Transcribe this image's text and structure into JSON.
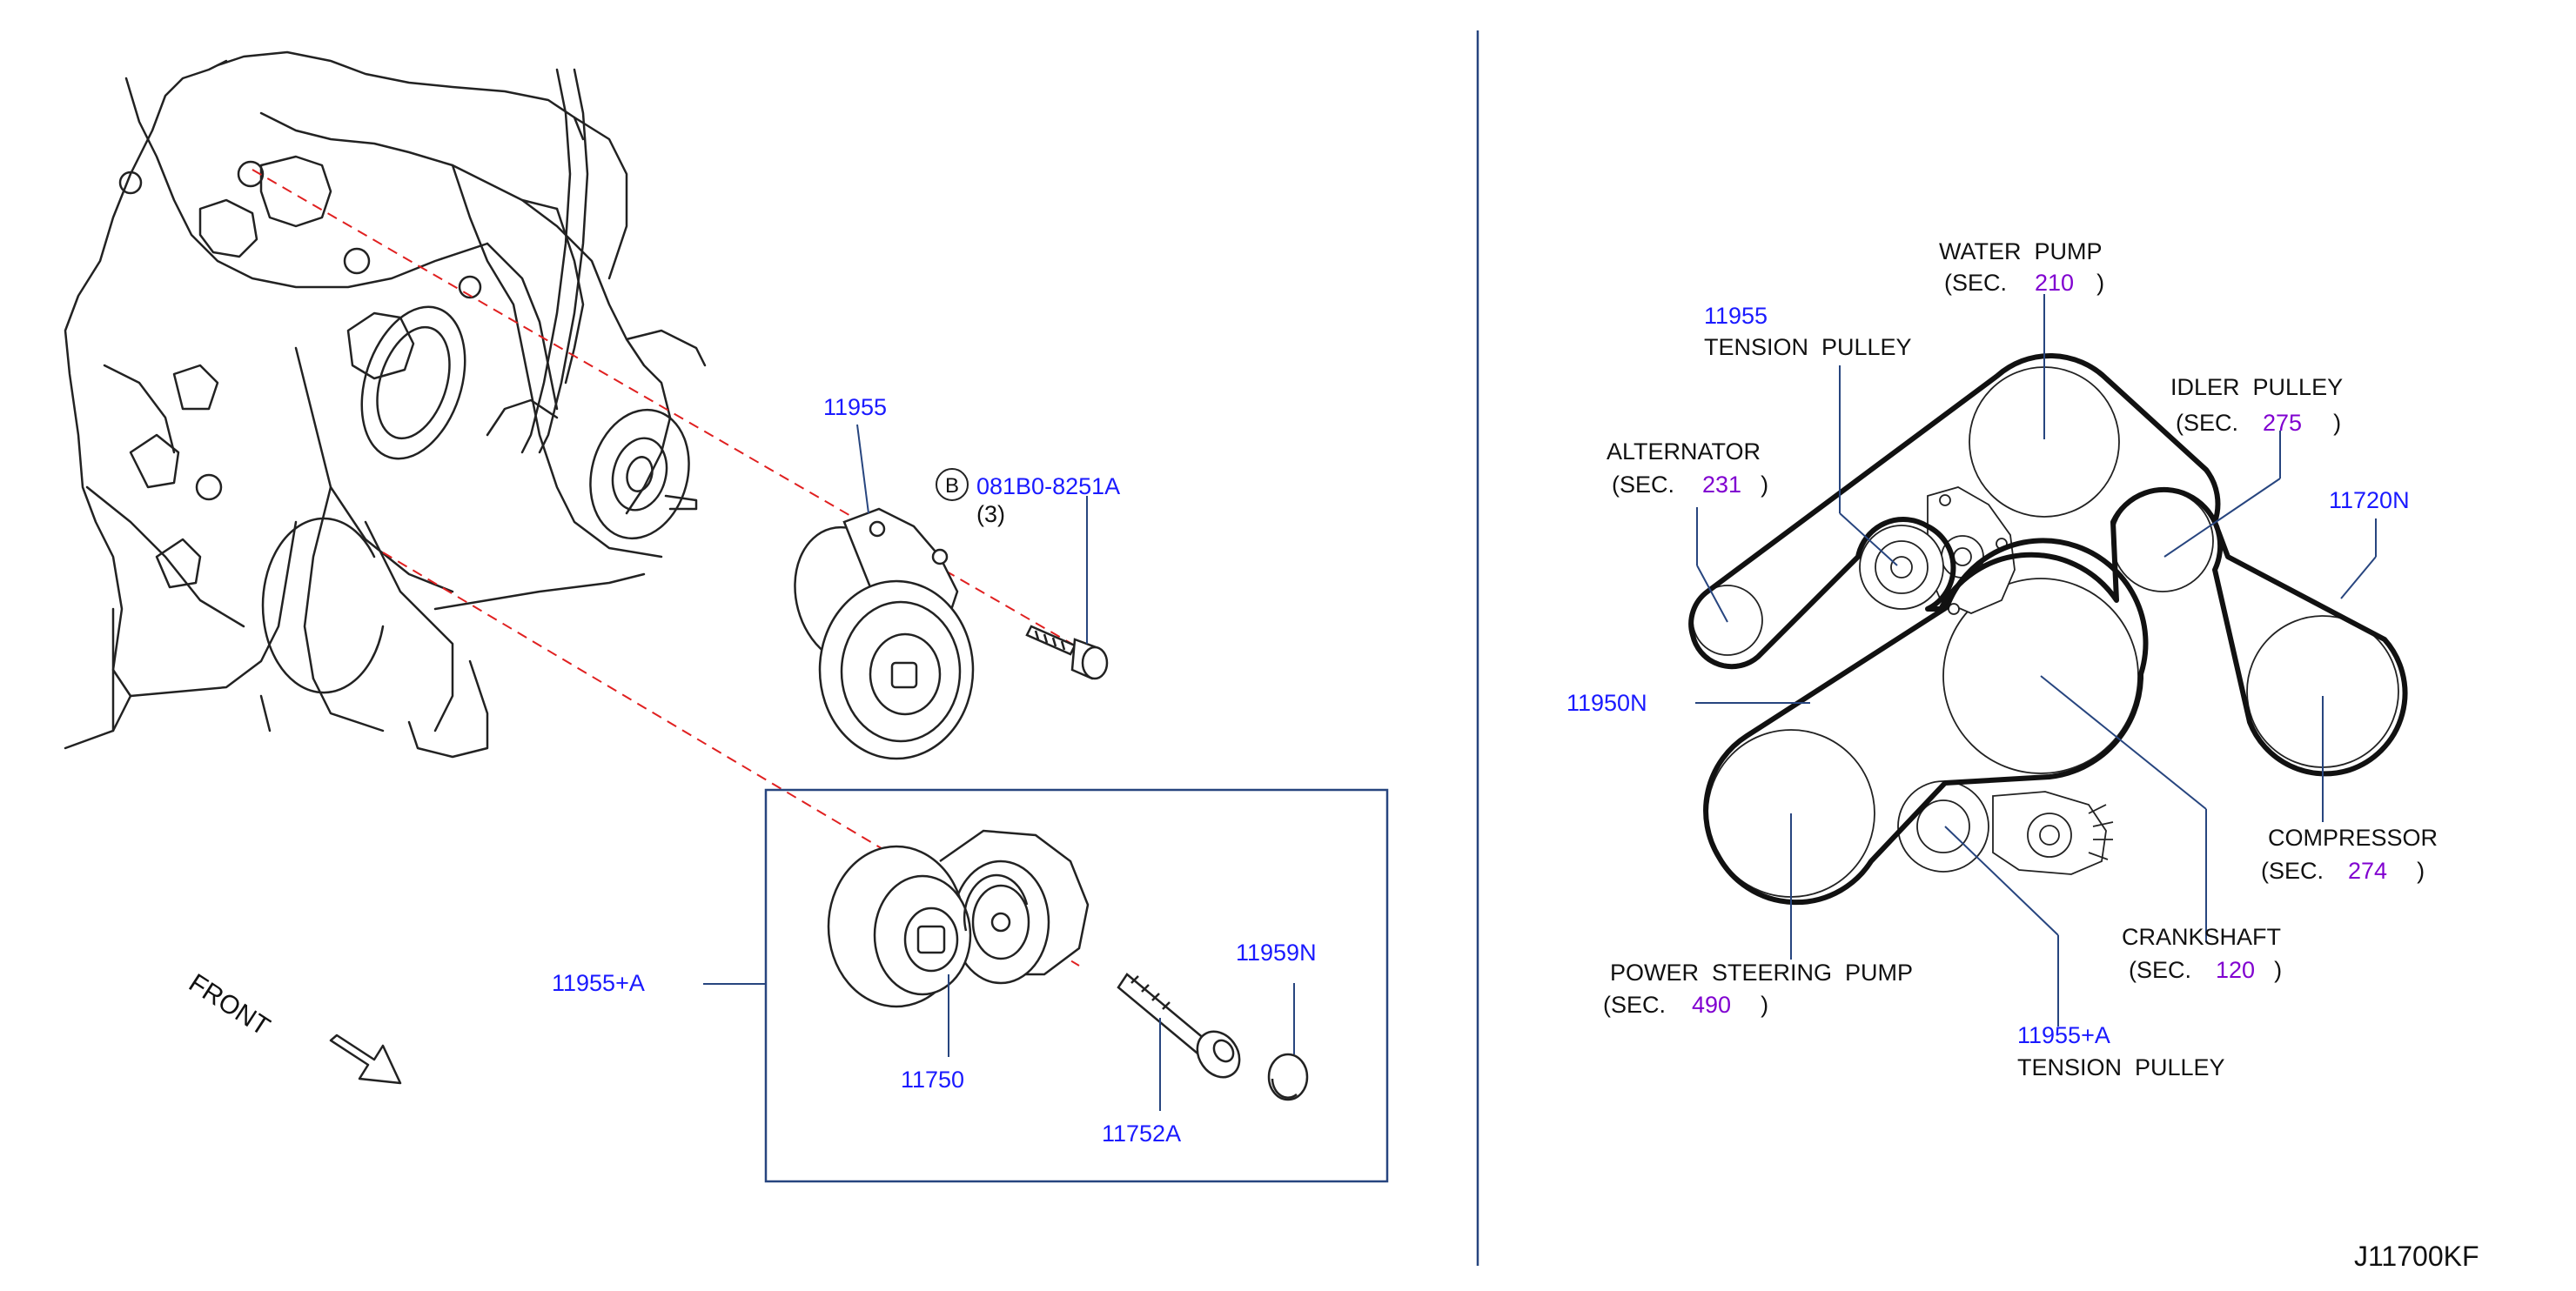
{
  "colors": {
    "part_number": "#1a1aff",
    "section_number": "#8000d0",
    "line": "#111111",
    "dashed_leader": "#e02020",
    "frame": "#27457f"
  },
  "diagram_id": "J11700KF",
  "left": {
    "front_label": "FRONT",
    "bolt_symbol": "B",
    "labels": {
      "tension_pulley_top": "11955",
      "bolt_part": "081B0-8251A",
      "bolt_qty": "(3)",
      "assembly": "11955+A",
      "tensioner": "11750",
      "tensioner_bolt": "11752A",
      "cap": "11959N"
    }
  },
  "right": {
    "water_pump": {
      "name": "WATER  PUMP",
      "sec_prefix": "(SEC.",
      "sec": "210",
      "close": ")"
    },
    "tension_pulley_top": {
      "part": "11955",
      "name": "TENSION  PULLEY"
    },
    "idler_pulley": {
      "name": "IDLER  PULLEY",
      "sec_prefix": "(SEC.",
      "sec": "275",
      "close": ")"
    },
    "alternator": {
      "name": "ALTERNATOR",
      "sec_prefix": "(SEC.",
      "sec": "231",
      "close": ")"
    },
    "belt_11720n": "11720N",
    "belt_11950n": "11950N",
    "compressor": {
      "name": "COMPRESSOR",
      "sec_prefix": "(SEC.",
      "sec": "274",
      "close": ")"
    },
    "crankshaft": {
      "name": "CRANKSHAFT",
      "sec_prefix": "(SEC.",
      "sec": "120",
      "close": ")"
    },
    "power_steering": {
      "name": "POWER  STEERING  PUMP",
      "sec_prefix": "(SEC.",
      "sec": "490",
      "close": ")"
    },
    "tension_pulley_bottom": {
      "part": "11955+A",
      "name": "TENSION  PULLEY"
    }
  }
}
